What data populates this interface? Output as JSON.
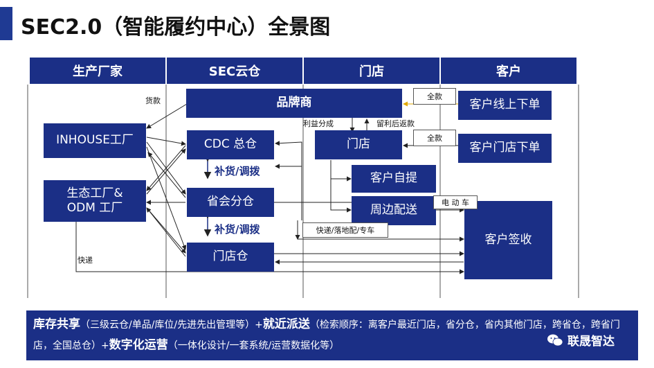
{
  "title": "SEC2.0（智能履约中心）全景图",
  "columns": [
    "生产厂家",
    "SEC云仓",
    "门店",
    "客户"
  ],
  "boxes": {
    "brand": "品牌商",
    "inhouse": "INHOUSE工厂",
    "odm_line1": "生态工厂&",
    "odm_line2": "ODM 工厂",
    "cdc": "CDC 总仓",
    "province": "省会分仓",
    "store_wh": "门店仓",
    "store": "门店",
    "pickup": "客户自提",
    "nearby": "周边配送",
    "sign": "客户签收",
    "online_order": "客户线上下单",
    "store_order": "客户门店下单"
  },
  "tags": {
    "full_pay_1": "全款",
    "full_pay_2": "全款",
    "ebike": "电 动 车",
    "express_ways": "快递/落地配/专车"
  },
  "labels": {
    "payment": "货款",
    "profit_share": "利益分成",
    "retain_profit": "留利后返款",
    "replenish_1": "补货/调拨",
    "replenish_2": "补货/调拨",
    "express": "快递"
  },
  "footer": {
    "part1_em": "库存共享",
    "part1": "（三级云仓/单品/库位/先进先出管理等）+",
    "part2_em": "就近派送",
    "part2": "（检索顺序：离客户最近门店，省分仓，省内其他门店，跨省仓，跨省门店，全国总仓）+",
    "part3_em": "数字化运营",
    "part3": "（一体化设计/一套系统/运营数据化等）"
  },
  "watermark": {
    "text": "联晟智达",
    "icon": "wechat-icon"
  },
  "colors": {
    "primary": "#1b2f86",
    "arrow_accent": "#e0a800"
  }
}
